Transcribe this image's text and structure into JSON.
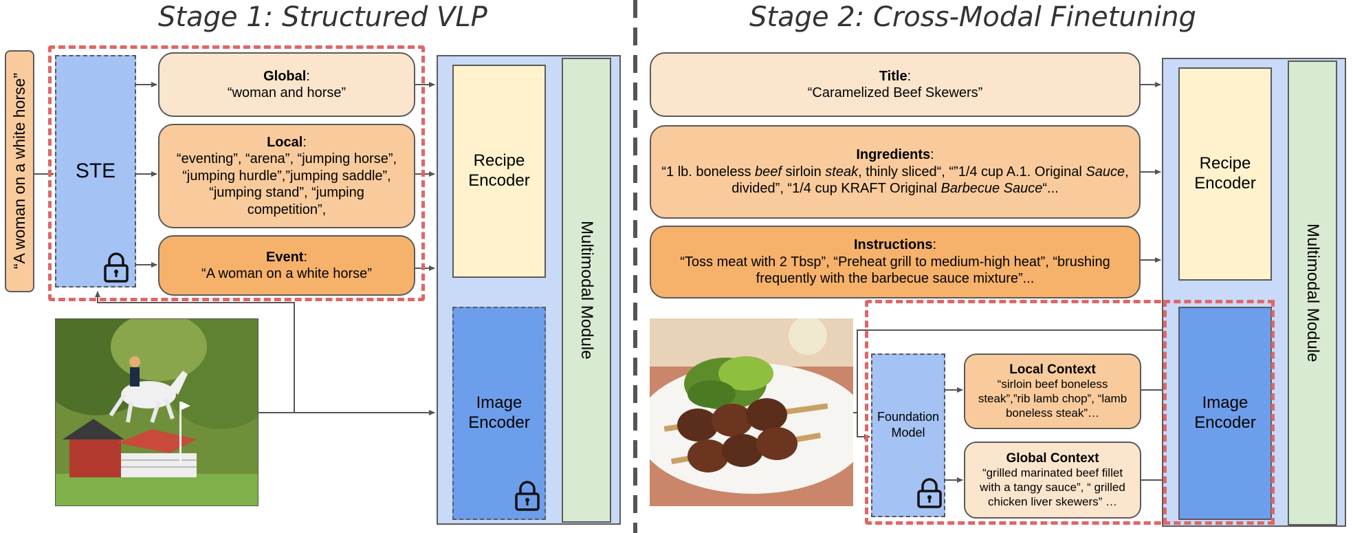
{
  "stage1": {
    "title": "Stage 1: Structured VLP",
    "input_caption": "“A woman on a white horse”",
    "ste_label": "STE",
    "global": {
      "head": "Global",
      "colon": ":",
      "text": "“woman and horse”"
    },
    "local": {
      "head": "Local",
      "colon": ":",
      "text": "“eventing”,  “arena”, “jumping horse”, “jumping hurdle”,”jumping saddle”, “jumping stand”, “jumping competition”,"
    },
    "event": {
      "head": "Event",
      "colon": ":",
      "text": "“A woman on a white horse”"
    },
    "recipe_encoder": "Recipe Encoder",
    "image_encoder": "Image Encoder",
    "multimodal": "Multimodal Module",
    "image_icon": "horse-jumping-photo"
  },
  "stage2": {
    "title": "Stage 2: Cross-Modal Finetuning",
    "title_box": {
      "head": "Title",
      "colon": ":",
      "text": "“Caramelized Beef Skewers”"
    },
    "ingredients": {
      "head": "Ingredients",
      "colon": ":",
      "t1": "“1 lb. boneless ",
      "t2": "beef",
      "t3": " sirloin ",
      "t4": "steak",
      "t5": ", thinly sliced“, “”1/4 cup A.1. Original ",
      "t6": "Sauce",
      "t7": ", divided”, “1/4 cup KRAFT Original ",
      "t8": "Barbecue Sauce",
      "t9": "“..."
    },
    "instructions": {
      "head": "Instructions",
      "colon": ":",
      "text": "“Toss meat with 2 Tbsp”, “Preheat grill to medium-high heat”, “brushing frequently with the barbecue sauce mixture”..."
    },
    "foundation_model": "Foundation Model",
    "local_context": {
      "head": "Local Context",
      "text": "“sirloin beef boneless steak”,”rib lamb chop”, “lamb boneless steak”…"
    },
    "global_context": {
      "head": "Global Context",
      "text": "“grilled marinated beef fillet with a tangy sauce”, “ grilled chicken liver skewers” …"
    },
    "recipe_encoder": "Recipe Encoder",
    "image_encoder": "Image Encoder",
    "multimodal": "Multimodal Module",
    "image_icon": "beef-skewers-photo"
  },
  "colors": {
    "ste_blue": "#a4c2f4",
    "encoder_blue": "#6d9eeb",
    "recipe_yellow": "#fff2cc",
    "multimodal_green": "#d9ead3",
    "panel_blue": "#c9daf8",
    "dash_red": "#e06666",
    "peach_light": "#fce5cd",
    "peach_mid": "#f9cb9c",
    "peach_dark": "#f6b26b"
  }
}
